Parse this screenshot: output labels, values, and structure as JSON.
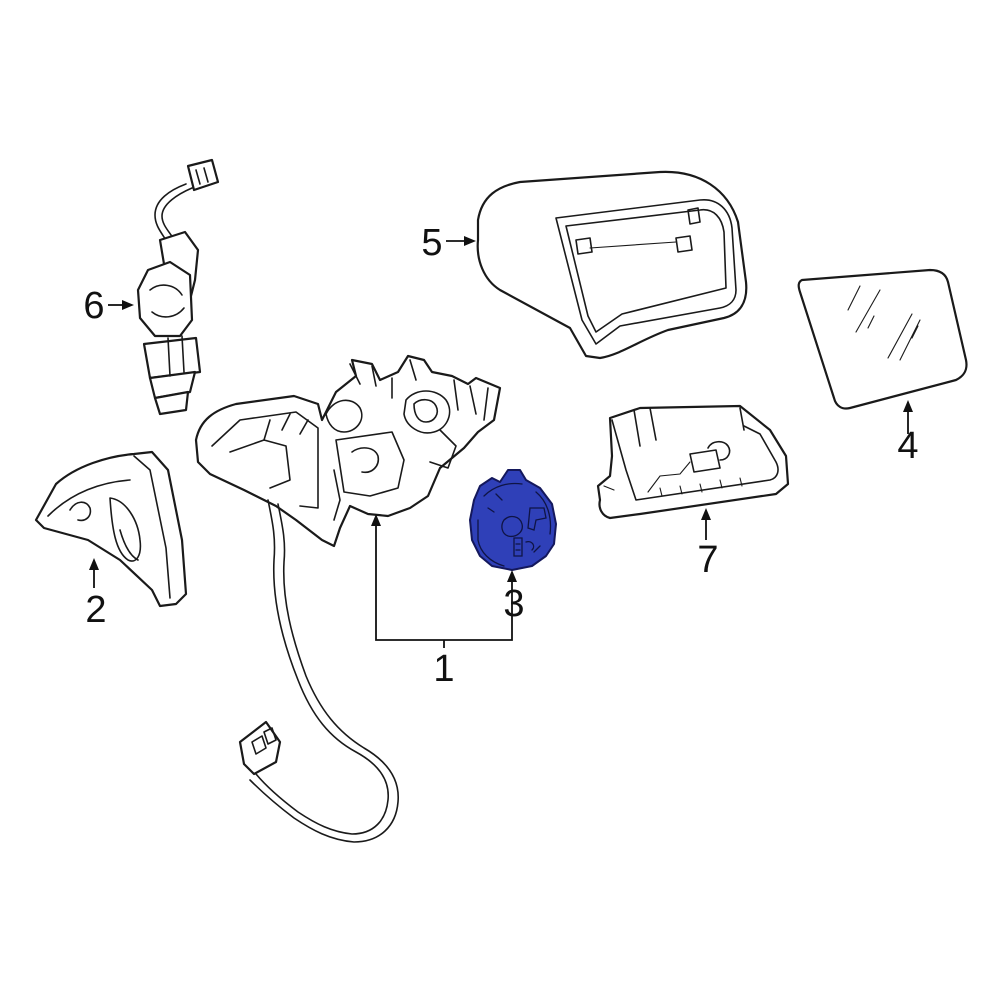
{
  "callouts": [
    {
      "id": "1",
      "label": "1"
    },
    {
      "id": "2",
      "label": "2"
    },
    {
      "id": "3",
      "label": "3"
    },
    {
      "id": "4",
      "label": "4"
    },
    {
      "id": "5",
      "label": "5"
    },
    {
      "id": "6",
      "label": "6"
    },
    {
      "id": "7",
      "label": "7"
    }
  ],
  "highlight": {
    "part": "3",
    "color": "#2f40b8"
  },
  "colors": {
    "line": "#1a1a1a",
    "background": "#ffffff"
  }
}
